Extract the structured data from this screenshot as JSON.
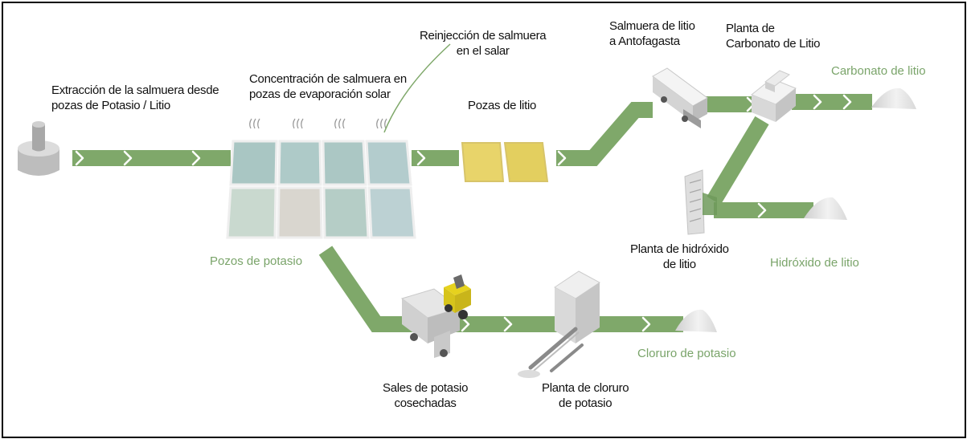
{
  "labels": {
    "extraction": "Extracción de la salmuera desde\npozas de Potasio / Litio",
    "concentration": "Concentración de salmuera en\npozas de evaporación solar",
    "reinjection": "Reinjección de salmuera\nen el salar",
    "lithium_ponds": "Pozas de litio",
    "brine_transport": "Salmuera de litio\na Antofagasta",
    "carbonate_plant": "Planta de\nCarbonato de Litio",
    "hydroxide_plant": "Planta de hidróxido\nde litio",
    "harvested_salts": "Sales de potasio\ncosechadas",
    "kcl_plant": "Planta de cloruro\nde potasio"
  },
  "products": {
    "potash_wells": "Pozos de potasio",
    "lithium_carbonate": "Carbonato de litio",
    "lithium_hydroxide": "Hidróxido de litio",
    "potassium_chloride": "Cloruro de potasio"
  },
  "colors": {
    "flow_green": "#7fa86a",
    "product_green": "#7aa46a",
    "evaporation_pond": "#a9c6c3",
    "lithium_pond": "#e8d46a",
    "loader_yellow": "#e6d21e",
    "equipment_gray": "#e4e4e4"
  },
  "icons": [
    "wellhead-icon",
    "evaporation-pond-icon",
    "lithium-pond-icon",
    "tanker-truck-icon",
    "factory-icon",
    "dump-truck-icon",
    "front-loader-icon",
    "conveyor-plant-icon",
    "product-pile-icon"
  ]
}
